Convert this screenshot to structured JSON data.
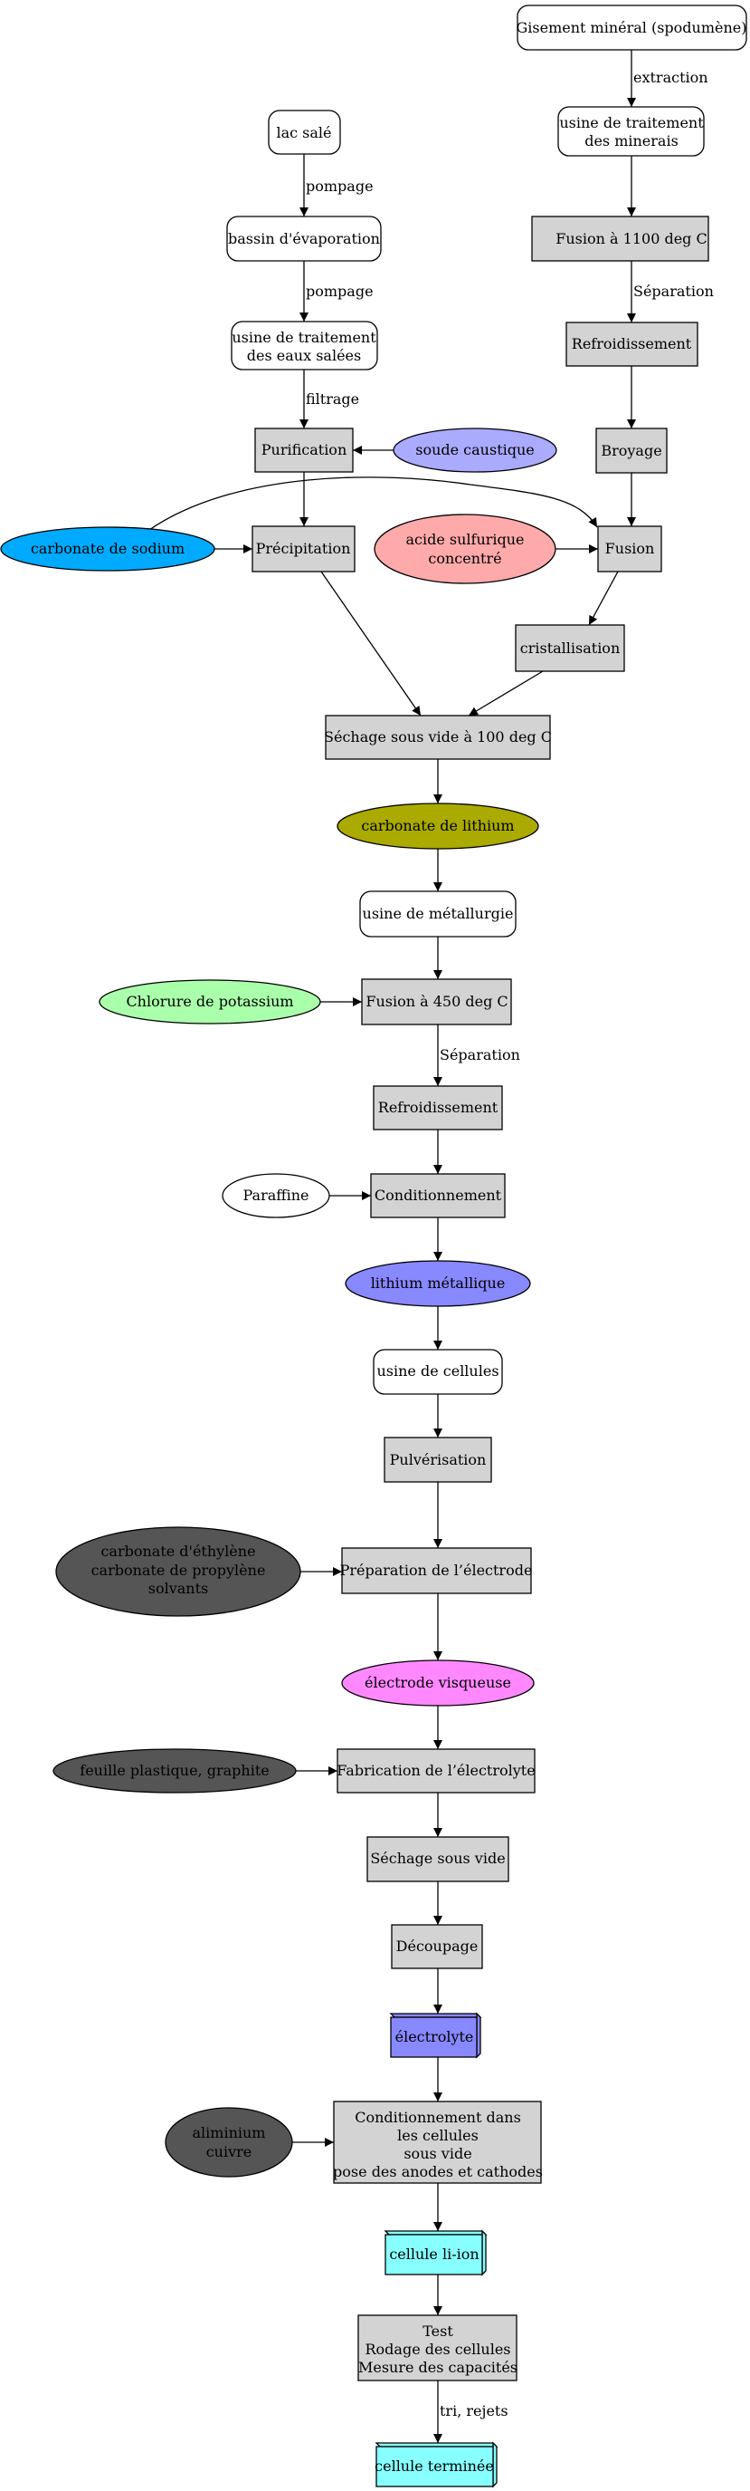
{
  "nodes": {
    "gisement": "Gisement minéral (spodumène)",
    "usine_minerais": [
      "usine de traitement",
      "des minerais"
    ],
    "fusion_1100": "Fusion à 1100 deg C",
    "refroidissement_1": "Refroidissement",
    "broyage": "Broyage",
    "fusion": "Fusion",
    "acide": [
      "acide sulfurique",
      "concentré"
    ],
    "cristallisation": "cristallisation",
    "lac": "lac salé",
    "bassin": "bassin d'évaporation",
    "usine_eaux": [
      "usine de traitement",
      "des eaux salées"
    ],
    "purification": "Purification",
    "soude": "soude caustique",
    "carbonate_sodium": "carbonate de sodium",
    "precipitation": "Précipitation",
    "sechage_100": "Séchage sous vide à 100 deg C",
    "carbonate_lithium": "carbonate de lithium",
    "usine_metallurgie": "usine de métallurgie",
    "chlorure_potassium": "Chlorure de potassium",
    "fusion_450": "Fusion à 450 deg C",
    "refroidissement_2": "Refroidissement",
    "paraffine": "Paraffine",
    "conditionnement": "Conditionnement",
    "lithium_metallique": "lithium métallique",
    "usine_cellules": "usine de cellules",
    "pulverisation": "Pulvérisation",
    "solvants": [
      "carbonate d'éthylène",
      "carbonate de propylène",
      "solvants"
    ],
    "preparation_electrode": "Préparation de l’électrode",
    "electrode_visqueuse": "électrode visqueuse",
    "feuille": "feuille plastique, graphite",
    "fabrication_electrolyte": "Fabrication de l’électrolyte",
    "sechage_vide": "Séchage sous vide",
    "decoupage": "Découpage",
    "electrolyte": "électrolyte",
    "aluminium": [
      "aliminium",
      "cuivre"
    ],
    "conditionnement_cellules": [
      "Conditionnement dans",
      "les cellules",
      "sous vide",
      "pose des anodes et cathodes"
    ],
    "cellule_li_ion": "cellule li-ion",
    "test": [
      "Test",
      "Rodage des cellules",
      "Mesure des capacités"
    ],
    "cellule_terminee": "cellule terminée"
  },
  "edge_labels": {
    "extraction": "extraction",
    "separation_1": "Séparation",
    "pompage_1": "pompage",
    "pompage_2": "pompage",
    "filtrage": "filtrage",
    "separation_2": "Séparation",
    "tri_rejets": "tri, rejets"
  },
  "colors": {
    "process_fill": "#d3d3d3",
    "soude_fill": "#aaaaff",
    "carbonate_sodium_fill": "#00aaff",
    "acide_fill": "#ffaaaa",
    "carbonate_lithium_fill": "#aaaa00",
    "chlorure_fill": "#aaffaa",
    "lithium_metallique_fill": "#8888ff",
    "dark_fill": "#555555",
    "electrode_visqueuse_fill": "#ff88ff",
    "electrolyte_fill": "#8888ff",
    "cellule_fill": "#88ffff"
  }
}
